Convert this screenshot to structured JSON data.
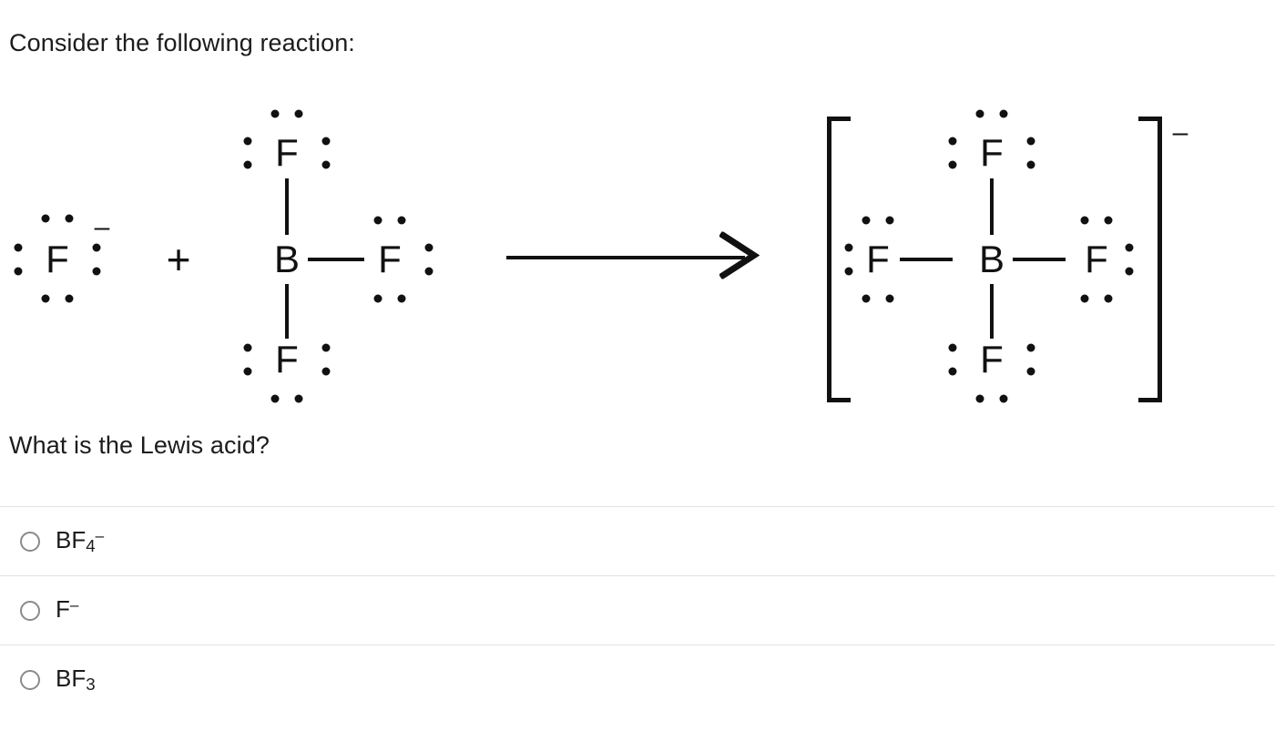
{
  "prompt": {
    "top": "Consider the following reaction:",
    "question": "What is the Lewis acid?"
  },
  "reaction": {
    "operator": "+",
    "arrow": "reaction-arrow",
    "reactants": [
      {
        "name": "fluoride-ion",
        "formula": "F-",
        "center_atom": "F",
        "charge": "–",
        "lone_pairs": 4,
        "bonds": []
      },
      {
        "name": "boron-trifluoride",
        "formula": "BF3",
        "center_atom": "B",
        "charge": "",
        "ligands": [
          "F",
          "F",
          "F"
        ],
        "ligand_positions": [
          "top",
          "right",
          "bottom"
        ],
        "lone_pairs_per_ligand": 3
      }
    ],
    "products": [
      {
        "name": "tetrafluoroborate-ion",
        "formula": "BF4-",
        "center_atom": "B",
        "charge": "–",
        "ligands": [
          "F",
          "F",
          "F",
          "F"
        ],
        "ligand_positions": [
          "top",
          "right",
          "bottom",
          "left"
        ],
        "lone_pairs_per_ligand": 3,
        "brackets": true
      }
    ]
  },
  "options": [
    {
      "name": "option-bf4-minus",
      "base": "BF",
      "sub": "4",
      "sup": "–",
      "selected": false
    },
    {
      "name": "option-f-minus",
      "base": "F",
      "sub": "",
      "sup": "–",
      "selected": false
    },
    {
      "name": "option-bf3",
      "base": "BF",
      "sub": "3",
      "sup": "",
      "selected": false
    }
  ],
  "colors": {
    "text": "#1c1c1c",
    "structure": "#111111",
    "divider": "#e2e2e2",
    "radio_border": "#8a8a8a",
    "background": "#ffffff"
  }
}
